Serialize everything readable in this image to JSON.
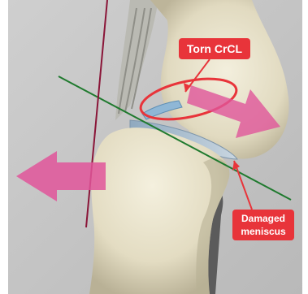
{
  "labels": {
    "torn_ligament": "Torn CrCL",
    "meniscus_line1": "Damaged",
    "meniscus_line2": "meniscus"
  },
  "colors": {
    "background": "#c8c8c8",
    "bone": "#e6e0c8",
    "callout": "#e8343a",
    "force_arrow": "#e0559a",
    "tibial_plateau_line": "#1f7a2e",
    "patellar_tendon_axis": "#8a1538",
    "ligament": "#8fb7d6"
  },
  "icons": {
    "left_arrow": "left-force-arrow-icon",
    "right_arrow": "right-force-arrow-icon"
  }
}
